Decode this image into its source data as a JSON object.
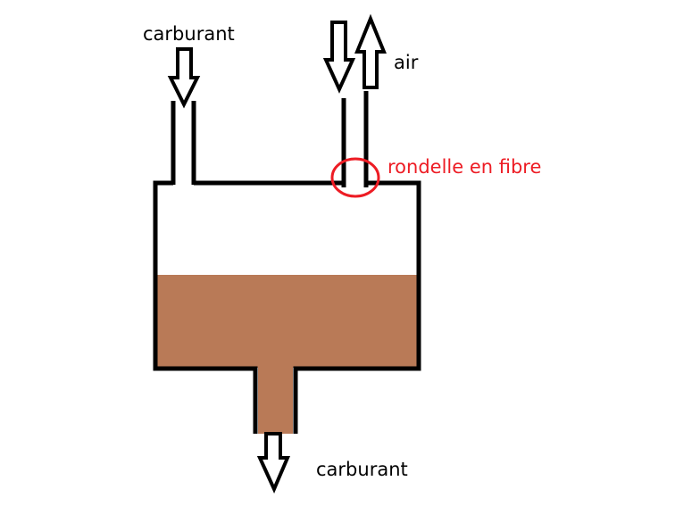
{
  "labels": {
    "fuel_inlet": "carburant",
    "air": "air",
    "washer": "rondelle en fibre",
    "fuel_outlet": "carburant"
  },
  "colors": {
    "outline": "#000000",
    "fuel": "#b97a57",
    "washer_highlight": "#ed1c24",
    "background": "#ffffff"
  },
  "components": {
    "tank": "tank",
    "fuel_level": "fuel",
    "fuel_inlet_pipe": "inlet-pipe",
    "vent_pipe": "vent-pipe",
    "outlet_pipe": "outlet-pipe",
    "air_in_arrow": "down-arrow",
    "air_out_arrow": "up-arrow",
    "fuel_in_arrow": "down-arrow",
    "fuel_out_arrow": "down-arrow",
    "washer_marker": "circle"
  }
}
